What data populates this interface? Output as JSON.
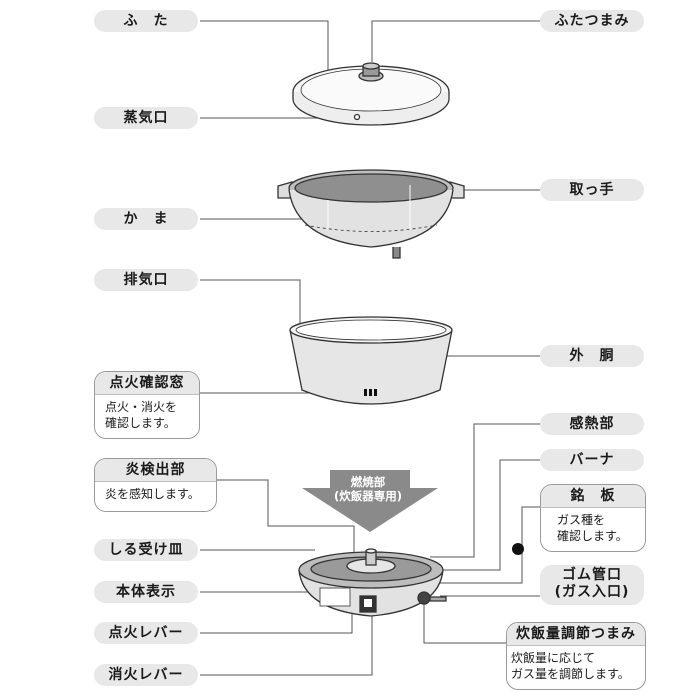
{
  "labels": {
    "futa": "ふ　た",
    "futa_tsumami": "ふたつまみ",
    "jokiguchi": "蒸気口",
    "totte": "取っ手",
    "kama": "か　ま",
    "haikiguchi": "排気口",
    "gaido": "外　胴",
    "tenka_madou": "点火確認窓",
    "tenka_madou_desc": [
      "点火・消火を",
      "確認します。"
    ],
    "kannetsubu": "感熱部",
    "burner": "バーナ",
    "enkenshutsubu": "炎検出部",
    "enkenshutsubu_desc": [
      "炎を感知します。"
    ],
    "meiban": "銘　板",
    "meiban_desc": [
      "ガス種を",
      "確認します。"
    ],
    "shiru_ukezara": "しる受け皿",
    "gomukan_guchi": [
      "ゴム管口",
      "(ガス入口)"
    ],
    "hontai_hyouji": "本体表示",
    "tenka_lever": "点火レバー",
    "suihan_tsumami": "炊飯量調節つまみ",
    "suihan_tsumami_desc": [
      "炊飯量に応じて",
      "ガス量を調節します。"
    ],
    "shouka_lever": "消火レバー"
  },
  "arrow_text": [
    "燃焼部",
    "(炊飯器専用)"
  ]
}
